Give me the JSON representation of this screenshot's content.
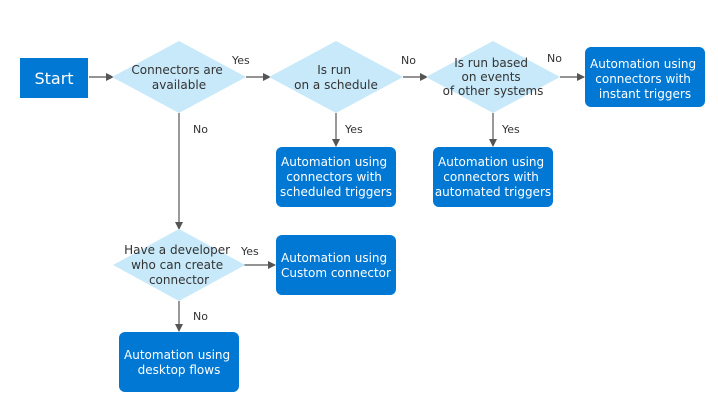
{
  "colors": {
    "box": "#0078d4",
    "diamond": "#c7e9f9",
    "line": "#555555",
    "text_dark": "#333333"
  },
  "nodes": {
    "start": {
      "label": "Start"
    },
    "connectors_available": {
      "lines": [
        "Connectors  are",
        "available"
      ]
    },
    "run_on_schedule": {
      "lines": [
        "Is run",
        "on a schedule"
      ]
    },
    "run_based_events": {
      "lines": [
        "Is run based",
        "on events",
        "of other systems"
      ]
    },
    "instant_triggers": {
      "lines": [
        "Automation using",
        "connectors  with",
        "instant triggers"
      ]
    },
    "scheduled_triggers": {
      "lines": [
        "Automation using",
        "connectors  with",
        "scheduled triggers"
      ]
    },
    "automated_triggers": {
      "lines": [
        "Automation using",
        "connectors  with",
        "automated triggers"
      ]
    },
    "have_developer": {
      "lines": [
        "Have a developer",
        "who can create",
        "connector"
      ]
    },
    "custom_connector": {
      "lines": [
        "Automation using",
        "Custom connector"
      ]
    },
    "desktop_flows": {
      "lines": [
        "Automation using",
        "desktop  flows"
      ]
    }
  },
  "edges": {
    "yes_1": "Yes",
    "no_1": "No",
    "yes_2": "Yes",
    "no_2": "No",
    "yes_3": "Yes",
    "no_3": "No",
    "yes_4": "Yes",
    "no_4": "No"
  }
}
